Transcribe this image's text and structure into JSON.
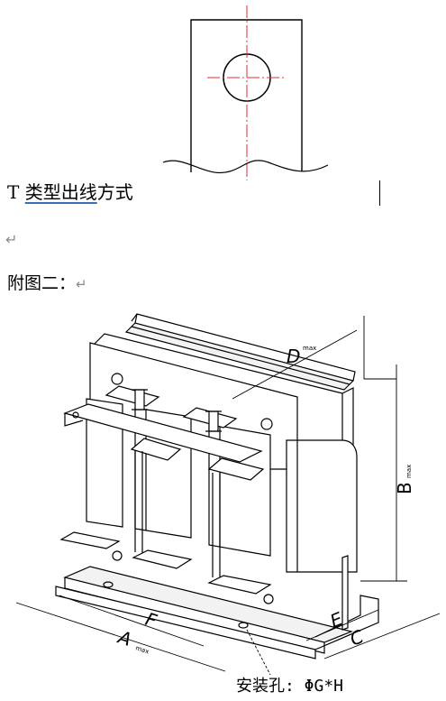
{
  "caption": {
    "prefix": "T ",
    "underlined": "类型出线",
    "suffix": "方式"
  },
  "paragraph_mark": "↵",
  "attachment": {
    "label": "附图二：",
    "mark": "↵"
  },
  "figure2": {
    "dim_D": "D",
    "dim_D_sub": "max",
    "dim_B": "B",
    "dim_B_sub": "max",
    "dim_A": "A",
    "dim_A_sub": "max",
    "dim_F": "F",
    "dim_E": "E",
    "dim_C": "C",
    "mount_hole": "安装孔: ΦG*H"
  }
}
